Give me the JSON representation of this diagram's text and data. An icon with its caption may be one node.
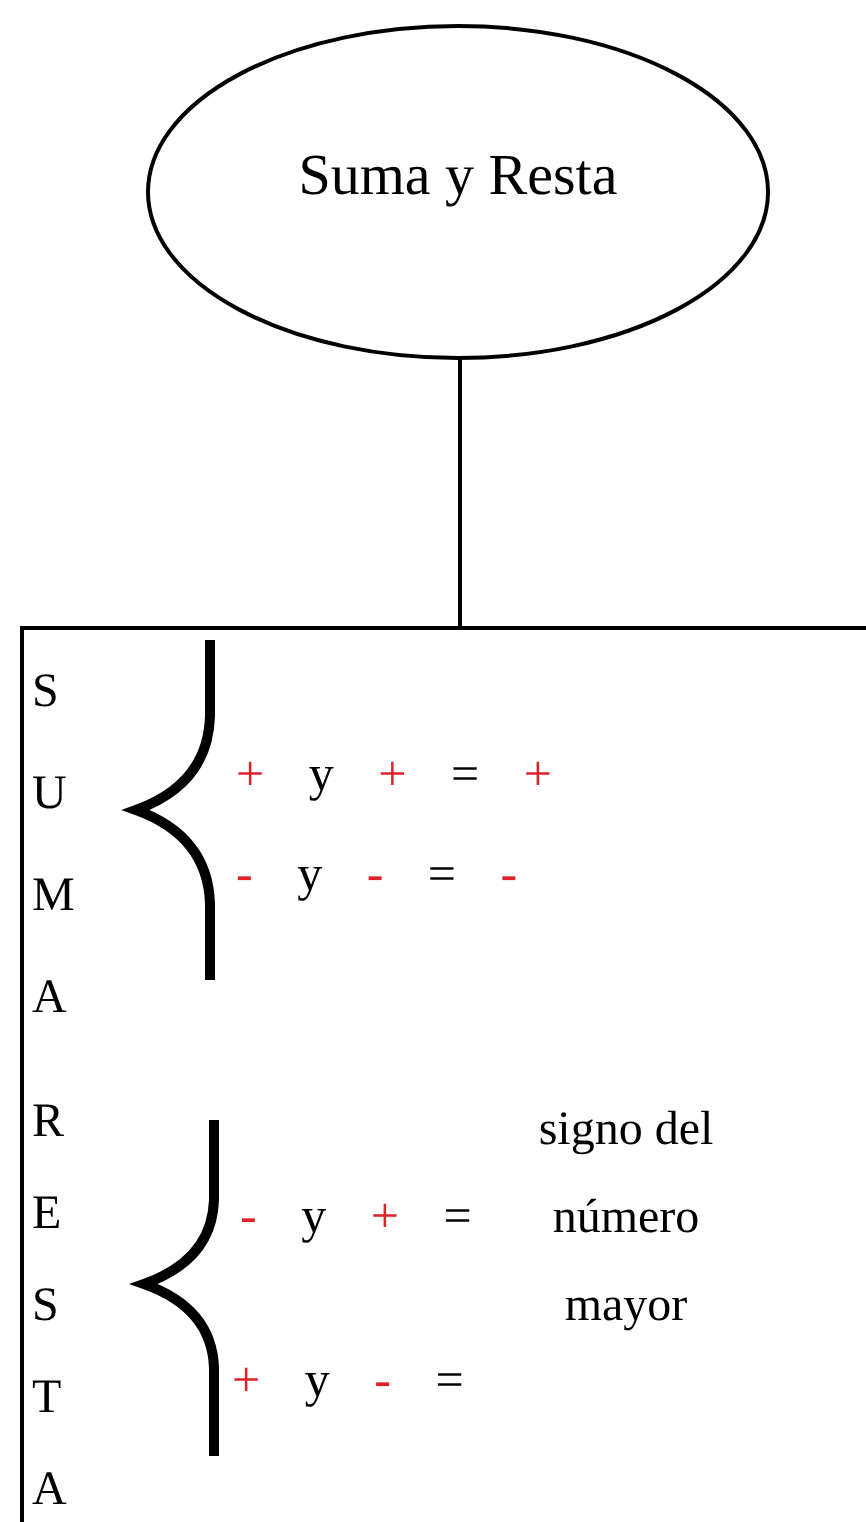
{
  "diagram": {
    "nodes": [
      {
        "text": [
          "Suma y Resta"
        ]
      },
      {
        "text": [
          "SUMA",
          "+ y + = +",
          "- y - = -",
          "RESTA",
          "- y + =",
          "+ y - =",
          "signo del número mayor"
        ]
      }
    ],
    "edges": [
      {
        "from": 0,
        "to": 1,
        "arrow": "none"
      }
    ]
  }
}
